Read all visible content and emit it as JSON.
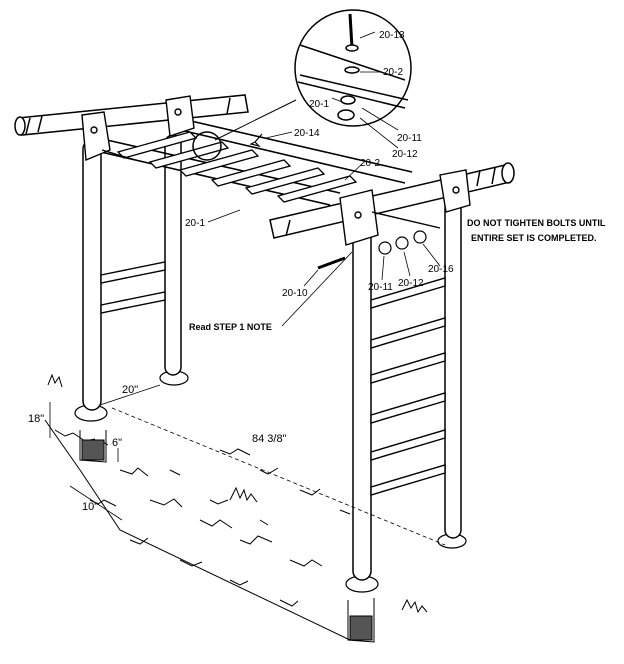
{
  "callouts": {
    "p20_13": "20-13",
    "p20_2_detail": "20-2",
    "p20_1_detail": "20-1",
    "p20_11_detail": "20-11",
    "p20_12_detail": "20-12",
    "p20_14": "20-14",
    "p20_2_main": "20-2",
    "p20_1_main": "20-1",
    "p20_10": "20-10",
    "p20_11_main": "20-11",
    "p20_12_main": "20-12",
    "p20_16": "20-16"
  },
  "notes": {
    "tighten_line1": "DO NOT TIGHTEN BOLTS UNTIL",
    "tighten_line2": "ENTIRE SET IS  COMPLETED.",
    "step1": "Read STEP 1 NOTE"
  },
  "dimensions": {
    "depth_18": "18\"",
    "width_20": "20\"",
    "length": "84 3/8\"",
    "hole_6": "6\"",
    "hole_10": "10\""
  }
}
